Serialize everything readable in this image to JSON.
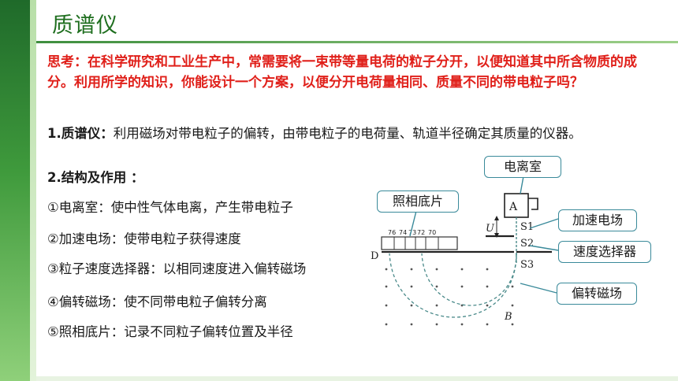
{
  "slide": {
    "title": "质谱仪",
    "think": "思考：在科学研究和工业生产中，常需要将一束带等量电荷的粒子分开，以便知道其中所含物质的成分。利用所学的知识，你能设计一个方案，以便分开电荷量相同、质量不同的带电粒子吗？",
    "def_label": "1.质谱仪：",
    "def_text": "利用磁场对带电粒子的偏转，由带电粒子的电荷量、轨道半径确定其质量的仪器。",
    "struct_label": "2.结构及作用 ：",
    "items": [
      "①电离室：使中性气体电离，产生带电粒子",
      "②加速电场：使带电粒子获得速度",
      "③粒子速度选择器：以相同速度进入偏转磁场",
      "④偏转磁场：使不同带电粒子偏转分离",
      "⑤照相底片：记录不同粒子偏转位置及半径"
    ]
  },
  "diagram": {
    "callouts": {
      "ion_chamber": "电离室",
      "film": "照相底片",
      "accel_field": "加速电场",
      "velocity_selector": "速度选择器",
      "deflect_field": "偏转磁场"
    },
    "labels": {
      "A": "A",
      "U": "U",
      "S1": "S1",
      "S2": "S2",
      "S3": "S3",
      "D": "D",
      "B": "B"
    },
    "scale": [
      "76",
      "74",
      "73",
      "72",
      "70"
    ]
  },
  "colors": {
    "title": "#1e6e1e",
    "think": "#e0201a",
    "callout_border": "#3a8a9a",
    "path": "#4a8a8a"
  }
}
